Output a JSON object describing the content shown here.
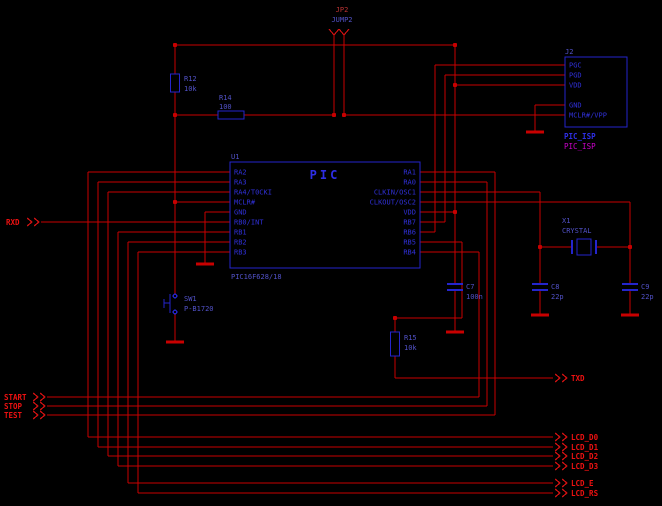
{
  "schematic": {
    "colors": {
      "background": "#000000",
      "wire": "#c80000",
      "symbol_outline": "#2525cc",
      "component_text": "#5252c8",
      "net_label_text": "#ee1111",
      "chip_title_text": "#2e2ee6",
      "module_text": "#cc00cc"
    },
    "components": {
      "u1": {
        "name": "U1",
        "title": "PIC",
        "value": "PIC16F628/18",
        "left_pins": [
          "RA2",
          "RA3",
          "RA4/T0CKI",
          "MCLR#",
          "GND",
          "RB0/INT",
          "RB1",
          "RB2",
          "RB3"
        ],
        "right_pins": [
          "RA1",
          "RA0",
          "CLKIN/OSC1",
          "CLKOUT/OSC2",
          "VDD",
          "RB7",
          "RB6",
          "RB5",
          "RB4"
        ]
      },
      "j2": {
        "name": "J2",
        "value": "PIC_ISP",
        "module": "PIC_ISP",
        "pins": [
          "PGC",
          "PGD",
          "VDD",
          "GND",
          "MCLR#/VPP"
        ]
      },
      "jp2": {
        "name": "JP2",
        "value": "JUMP2"
      },
      "r12": {
        "name": "R12",
        "value": "10k"
      },
      "r14": {
        "name": "R14",
        "value": "100"
      },
      "r15": {
        "name": "R15",
        "value": "10k"
      },
      "c7": {
        "name": "C7",
        "value": "100n"
      },
      "c8": {
        "name": "C8",
        "value": "22p"
      },
      "c9": {
        "name": "C9",
        "value": "22p"
      },
      "x1": {
        "name": "X1",
        "value": "CRYSTAL"
      },
      "sw1": {
        "name": "SW1",
        "value": "P-B1720"
      }
    },
    "net_labels": {
      "rxd": "RXD",
      "txd": "TXD",
      "start": "START",
      "stop": "STOP",
      "test": "TEST",
      "lcd_d0": "LCD_D0",
      "lcd_d1": "LCD_D1",
      "lcd_d2": "LCD_D2",
      "lcd_d3": "LCD_D3",
      "lcd_e": "LCD_E",
      "lcd_rs": "LCD_RS"
    }
  }
}
